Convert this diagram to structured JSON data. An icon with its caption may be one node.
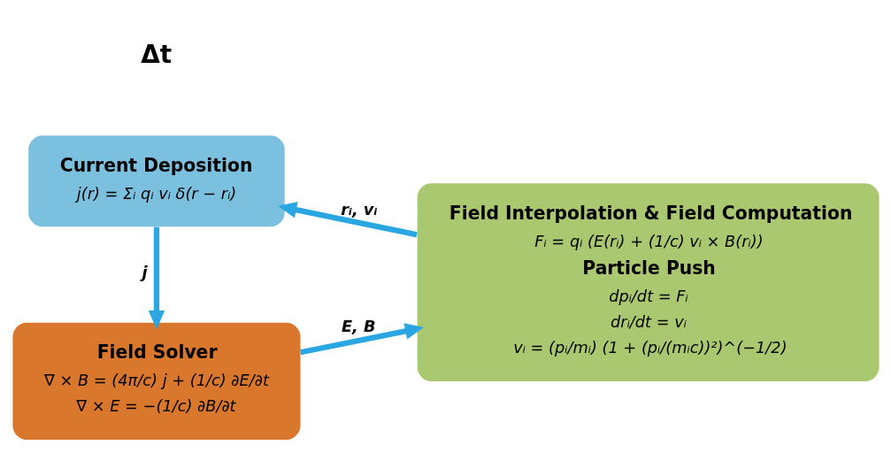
{
  "diagram": {
    "nodes": [
      {
        "text": [
          "Field Solver",
          "∇ × B = (4π/c) j + (1/c) ∂E/∂t",
          "∇ × E = −(1/c) ∂B/∂t"
        ]
      },
      {
        "text": [
          "Field Interpolation & Field Computation",
          "Fᵢ = qᵢ (E(rᵢ) + (1/c) vᵢ × B(rᵢ))",
          "Particle Push",
          "dpᵢ/dt = Fᵢ",
          "drᵢ/dt = vᵢ",
          "vᵢ = (pᵢ/mᵢ) (1 + (pᵢ/(mᵢc))²)^(−1/2)"
        ]
      },
      {
        "text": [
          "Current Deposition",
          "j(r) = Σᵢ qᵢ vᵢ δ(r − rᵢ)"
        ]
      }
    ],
    "edges": [
      {
        "from": 0,
        "to": 1,
        "arrow": "to",
        "label": "E, B"
      },
      {
        "from": 1,
        "to": 2,
        "arrow": "to",
        "label": "rᵢ, vᵢ"
      },
      {
        "from": 2,
        "to": 0,
        "arrow": "to",
        "label": "j"
      }
    ],
    "labels": [
      "Δt"
    ]
  }
}
